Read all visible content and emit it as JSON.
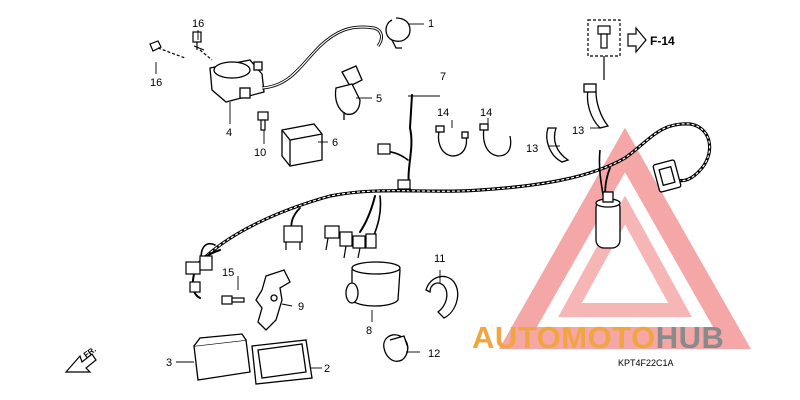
{
  "diagram": {
    "callouts": [
      {
        "id": "c1",
        "text": "1"
      },
      {
        "id": "c2",
        "text": "2"
      },
      {
        "id": "c3",
        "text": "3"
      },
      {
        "id": "c4",
        "text": "4"
      },
      {
        "id": "c5",
        "text": "5"
      },
      {
        "id": "c6",
        "text": "6"
      },
      {
        "id": "c7",
        "text": "7"
      },
      {
        "id": "c8",
        "text": "8"
      },
      {
        "id": "c9",
        "text": "9"
      },
      {
        "id": "c10",
        "text": "10"
      },
      {
        "id": "c11",
        "text": "11"
      },
      {
        "id": "c12",
        "text": "12"
      },
      {
        "id": "c13a",
        "text": "13"
      },
      {
        "id": "c13b",
        "text": "13"
      },
      {
        "id": "c14a",
        "text": "14"
      },
      {
        "id": "c14b",
        "text": "14"
      },
      {
        "id": "c15",
        "text": "15"
      },
      {
        "id": "c16a",
        "text": "16"
      },
      {
        "id": "c16b",
        "text": "16"
      }
    ],
    "reference_label": "F-14",
    "direction_label": "FR.",
    "part_code": "KPT4F22C1A"
  },
  "watermark": {
    "brand_part1": "AUTOMOTO",
    "brand_part2": "HUB",
    "color_red": "#e8423f",
    "color_orange": "#f0a540",
    "color_gray": "#8a8a8a"
  }
}
